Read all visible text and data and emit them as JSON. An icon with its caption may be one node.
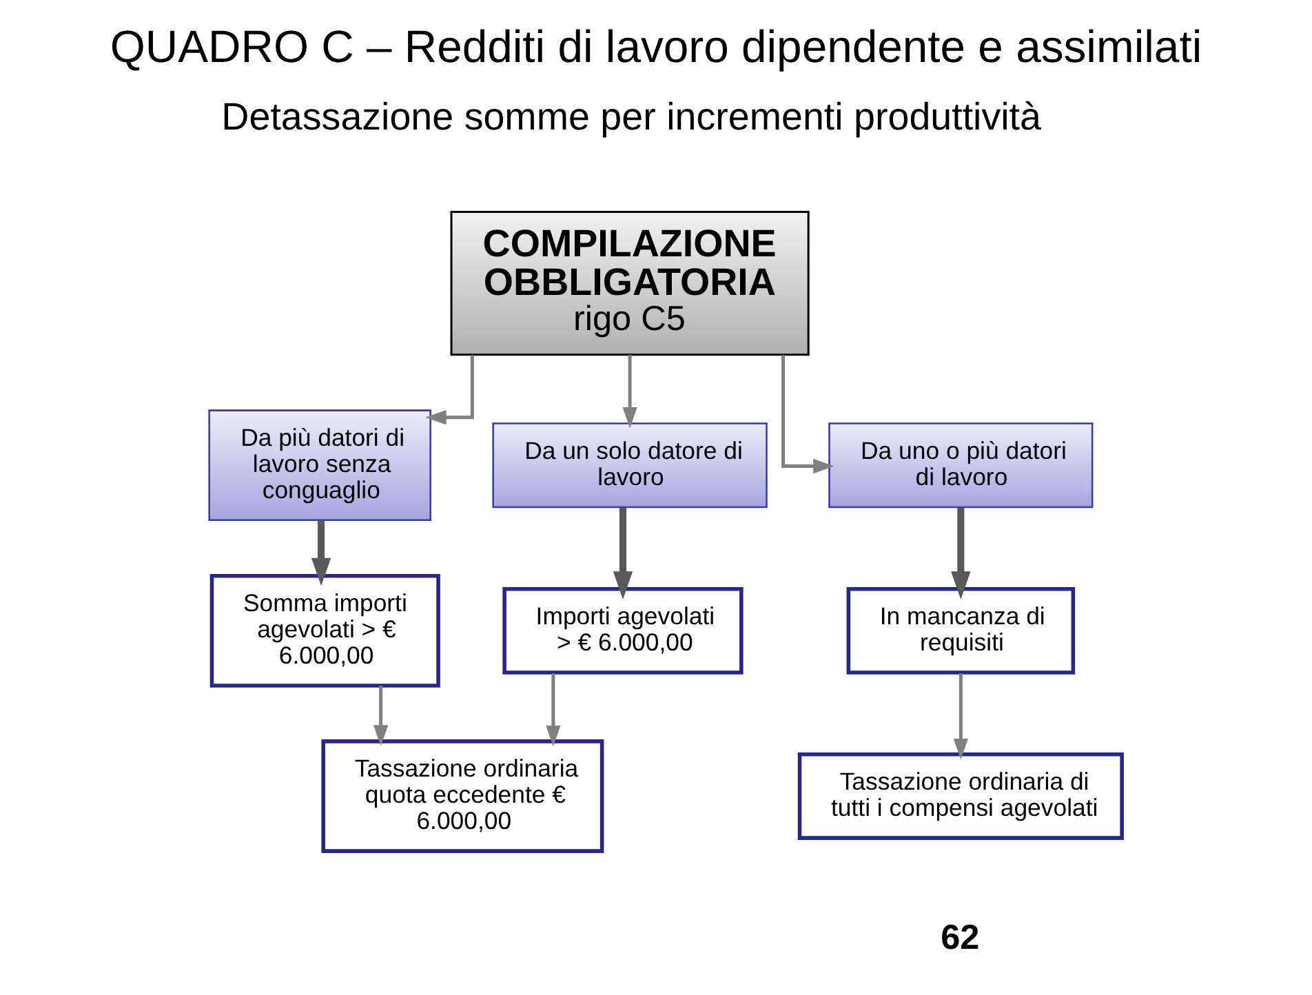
{
  "diagram": {
    "title": "QUADRO C – Redditi di lavoro dipendente e assimilati",
    "nodes": [
      {
        "text": [
          "COMPILAZIONE OBBLIGATORIA",
          "rigo C5"
        ]
      },
      {
        "text": [
          "Da più datori di lavoro senza conguaglio"
        ]
      },
      {
        "text": [
          "Da un solo datore di lavoro"
        ]
      },
      {
        "text": [
          "Da uno o più datori di lavoro"
        ]
      },
      {
        "text": [
          "Somma importi agevolati > € 6.000,00"
        ]
      },
      {
        "text": [
          "Importi agevolati > € 6.000,00"
        ]
      },
      {
        "text": [
          "In mancanza di requisiti"
        ]
      },
      {
        "text": [
          "Tassazione ordinaria quota eccedente € 6.000,00"
        ]
      },
      {
        "text": [
          "Tassazione ordinaria di tutti i compensi agevolati"
        ]
      }
    ],
    "edges": [
      {
        "from": 0,
        "to": 1,
        "arrow": "to"
      },
      {
        "from": 0,
        "to": 2,
        "arrow": "to"
      },
      {
        "from": 0,
        "to": 3,
        "arrow": "to"
      },
      {
        "from": 1,
        "to": 4,
        "arrow": "to",
        "style": "thick",
        "color": "#595959"
      },
      {
        "from": 2,
        "to": 5,
        "arrow": "to",
        "style": "thick",
        "color": "#595959"
      },
      {
        "from": 3,
        "to": 6,
        "arrow": "to",
        "style": "thick",
        "color": "#595959"
      },
      {
        "from": 4,
        "to": 7,
        "arrow": "to"
      },
      {
        "from": 5,
        "to": 7,
        "arrow": "to"
      },
      {
        "from": 6,
        "to": 8,
        "arrow": "to"
      }
    ],
    "labels": [
      "Detassazione somme per incrementi produttività",
      "62"
    ]
  }
}
